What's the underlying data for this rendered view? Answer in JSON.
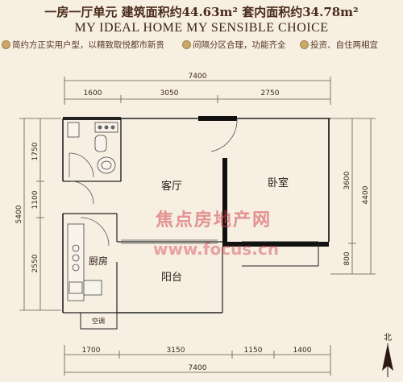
{
  "header": {
    "title": "一房一厅单元 建筑面积约44.63m² 套内面积约34.78m²",
    "subtitle": "MY IDEAL HOME MY SENSIBLE CHOICE"
  },
  "features": [
    "简约方正实用户型，以精致取悦都市新贵",
    "间隔分区合理，功能齐全",
    "投资、自住两相宜"
  ],
  "dimensions": {
    "top_total": "7400",
    "top_segments": [
      "1600",
      "3050",
      "2750"
    ],
    "bottom_segments": [
      "1700",
      "3150",
      "1150",
      "1400"
    ],
    "bottom_total": "7400",
    "left_total": "5400",
    "left_segments": [
      "1750",
      "1100",
      "2550"
    ],
    "right_segments": [
      "3600",
      "800"
    ],
    "right_total": "4400"
  },
  "rooms": {
    "living": "客厅",
    "bedroom": "卧室",
    "kitchen": "厨房",
    "balcony": "阳台",
    "ac": "空调"
  },
  "watermark": {
    "cn": "焦点房地产网",
    "url": "www.focus.cn"
  },
  "compass": {
    "label": "北"
  },
  "colors": {
    "background": "#f6efe2",
    "wall": "#111111",
    "title": "#4a2a1a",
    "watermark": "#d4434f"
  }
}
